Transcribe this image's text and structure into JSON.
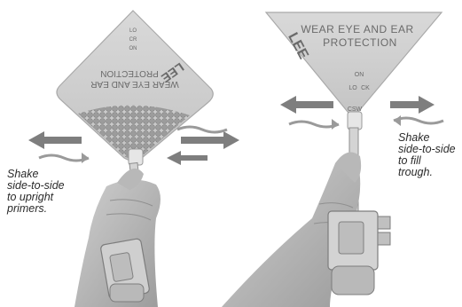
{
  "left_tray": {
    "label_line1": "WEAR EYE AND EAR",
    "label_line2": "PROTECTION",
    "brand": "LEE",
    "top_small_1": "LO",
    "top_small_2": "CR",
    "top_small_3": "ON"
  },
  "right_tray": {
    "label_line1": "WEAR EYE AND EAR",
    "label_line2": "PROTECTION",
    "brand": "LEE",
    "status_on": "ON",
    "status_lo": "LO",
    "status_ck": "CK",
    "bottom_label": "CSW"
  },
  "captions": {
    "left": [
      "Shake",
      "side-to-side",
      "to upright",
      "primers."
    ],
    "right": [
      "Shake",
      "side-to-side",
      "to fill",
      "trough."
    ]
  },
  "colors": {
    "tray": "#cfcfcf",
    "arrow": "#7e7e7e",
    "skin": "#bdbdbd",
    "text": "#2a2a2a"
  }
}
